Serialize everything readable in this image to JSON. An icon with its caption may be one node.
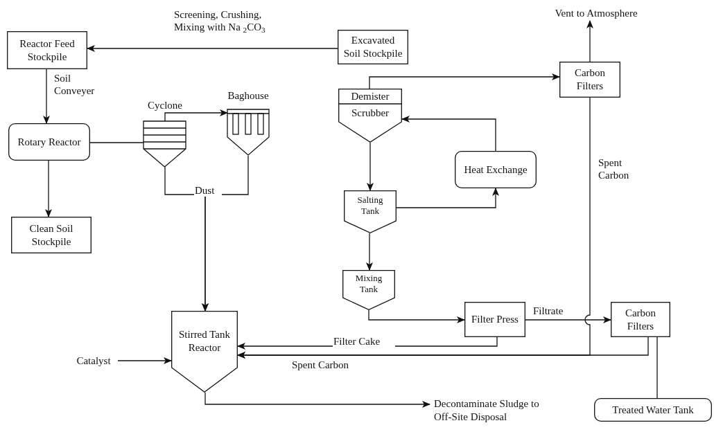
{
  "diagram": {
    "nodes": [
      {
        "text": [
          "Reactor Feed Stockpile"
        ]
      },
      {
        "text": [
          "Excavated Soil Stockpile"
        ]
      },
      {
        "text": [
          "Rotary Reactor"
        ]
      },
      {
        "text": [
          "Cyclone"
        ]
      },
      {
        "text": [
          "Baghouse"
        ]
      },
      {
        "text": [
          "Clean Soil Stockpile"
        ]
      },
      {
        "text": [
          "Stirred Tank Reactor"
        ]
      },
      {
        "text": [
          "Catalyst"
        ]
      },
      {
        "text": [
          "Decontaminate Sludge to Off-Site Disposal"
        ]
      },
      {
        "text": [
          "Demister",
          "Scrubber"
        ]
      },
      {
        "text": [
          "Heat Exchange"
        ]
      },
      {
        "text": [
          "Salting Tank"
        ]
      },
      {
        "text": [
          "Mixing Tank"
        ]
      },
      {
        "text": [
          "Filter Press"
        ]
      },
      {
        "text": [
          "Carbon Filters"
        ]
      },
      {
        "text": [
          "Vent to Atmosphere"
        ]
      },
      {
        "text": [
          "Carbon Filters"
        ]
      },
      {
        "text": [
          "Treated Water Tank"
        ]
      }
    ],
    "edges": [
      {
        "from": 1,
        "to": 0,
        "arrow": "to",
        "label": "Screening, Crushing, Mixing with Na $_{2}$CO$_{3}$"
      },
      {
        "from": 0,
        "to": 2,
        "arrow": "to",
        "label": "Soil Conveyer"
      },
      {
        "from": 2,
        "to": 5,
        "arrow": "to"
      },
      {
        "from": 2,
        "to": 3,
        "arrow": "none"
      },
      {
        "from": 3,
        "to": 4,
        "arrow": "to"
      },
      {
        "from": 3,
        "to": 6,
        "arrow": "to",
        "label": "Dust"
      },
      {
        "from": 4,
        "to": 6,
        "arrow": "to"
      },
      {
        "from": 9,
        "to": 14,
        "arrow": "to"
      },
      {
        "from": 14,
        "to": 15,
        "arrow": "to"
      },
      {
        "from": 9,
        "to": 11,
        "arrow": "to"
      },
      {
        "from": 11,
        "to": 10,
        "arrow": "to"
      },
      {
        "from": 10,
        "to": 9,
        "arrow": "to"
      },
      {
        "from": 11,
        "to": 12,
        "arrow": "to"
      },
      {
        "from": 12,
        "to": 13,
        "arrow": "to"
      },
      {
        "from": 13,
        "to": 16,
        "arrow": "to",
        "label": "Filtrate"
      },
      {
        "from": 13,
        "to": 6,
        "arrow": "to",
        "label": "Filter Cake"
      },
      {
        "from": 14,
        "to": 6,
        "arrow": "to",
        "label": "Spent Carbon"
      },
      {
        "from": 16,
        "to": 6,
        "arrow": "to",
        "label": "Spent Carbon"
      },
      {
        "from": 16,
        "to": 17,
        "arrow": "none"
      },
      {
        "from": 7,
        "to": 6,
        "arrow": "to"
      },
      {
        "from": 6,
        "to": 8,
        "arrow": "to"
      }
    ]
  }
}
